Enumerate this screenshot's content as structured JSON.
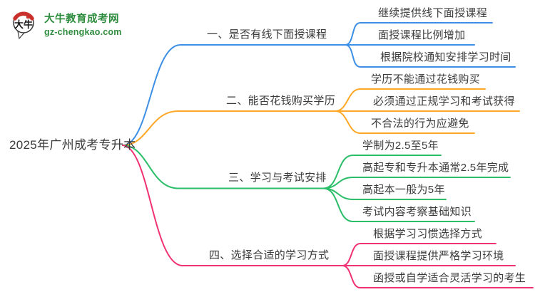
{
  "colors": {
    "branch_blue": "#3D8FE6",
    "branch_orange": "#FFA828",
    "branch_green": "#2BBE69",
    "branch_pink": "#F03274",
    "brand_green": "#2E8C3E",
    "brand_red": "#C9302B",
    "node_text": "#3C3C3C"
  },
  "logo": {
    "icon_text": "大牛",
    "title": "大牛教育成考网",
    "subtitle": "gz-chengkao.com"
  },
  "root": {
    "label": "2025年广州成考专升本"
  },
  "branches": [
    {
      "label": "一、是否有线下面授课程",
      "color": "#3D8FE6",
      "children": [
        "继续提供线下面授课程",
        "面授课程比例增加",
        "根据院校通知安排学习时间"
      ]
    },
    {
      "label": "二、能否花钱购买学历",
      "color": "#FFA828",
      "children": [
        "学历不能通过花钱购买",
        "必须通过正规学习和考试获得",
        "不合法的行为应避免"
      ]
    },
    {
      "label": "三、学习与考试安排",
      "color": "#2BBE69",
      "children": [
        "学制为2.5至5年",
        "高起专和专升本通常2.5年完成",
        "高起本一般为5年",
        "考试内容考察基础知识"
      ]
    },
    {
      "label": "四、选择合适的学习方式",
      "color": "#F03274",
      "children": [
        "根据学习习惯选择方式",
        "面授课程提供严格学习环境",
        "函授或自学适合灵活学习的考生"
      ]
    }
  ]
}
